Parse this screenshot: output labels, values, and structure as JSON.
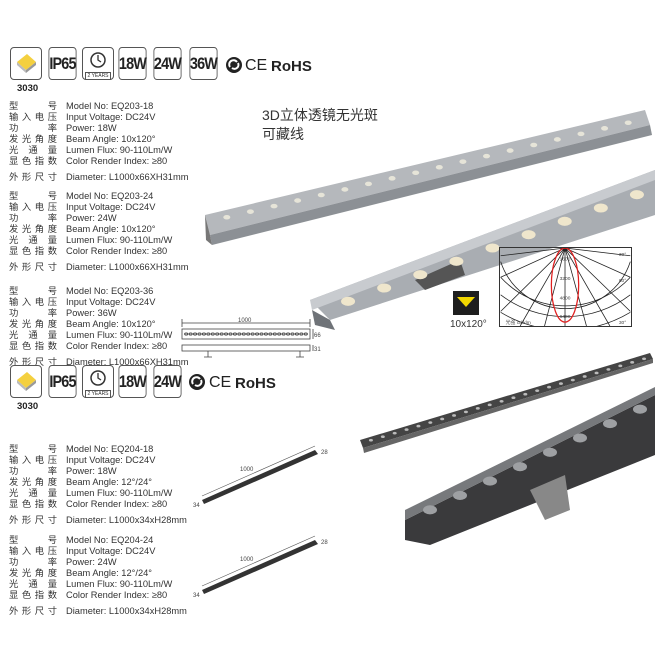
{
  "series1": {
    "badges": {
      "chip": "3030",
      "ip": "IP65",
      "warranty": "2 YEARS",
      "watts": [
        "18W",
        "24W",
        "36W"
      ],
      "ce": "CE",
      "rohs": "RoHS"
    },
    "headline": [
      "3D立体透镜无光斑",
      "可藏线"
    ],
    "beam_icon_label": "10x120°",
    "polar": {
      "labels": [
        "1600",
        "3200",
        "4800",
        "6400"
      ],
      "angles": [
        "30°",
        "60°",
        "30°"
      ],
      "unit_label": "光强 cd/klm"
    },
    "drawing": {
      "length": "1000",
      "height": "66",
      "depth": "31"
    },
    "specs": [
      {
        "rows": [
          [
            "型号",
            "Model No: EQ203-18"
          ],
          [
            "输入电压",
            "Input Voltage: DC24V"
          ],
          [
            "功率",
            "Power: 18W"
          ],
          [
            "发光角度",
            "Beam Angle: 10x120°"
          ],
          [
            "光通量",
            "Lumen Flux: 90-110Lm/W"
          ],
          [
            "显色指数",
            "Color Render Index: ≥80"
          ]
        ],
        "dim": [
          "外形尺寸",
          "Diameter: L1000x66XH31mm"
        ]
      },
      {
        "rows": [
          [
            "型号",
            "Model No: EQ203-24"
          ],
          [
            "输入电压",
            "Input Voltage: DC24V"
          ],
          [
            "功率",
            "Power: 24W"
          ],
          [
            "发光角度",
            "Beam Angle: 10x120°"
          ],
          [
            "光通量",
            "Lumen Flux: 90-110Lm/W"
          ],
          [
            "显色指数",
            "Color Render Index: ≥80"
          ]
        ],
        "dim": [
          "外形尺寸",
          "Diameter: L1000x66XH31mm"
        ]
      },
      {
        "rows": [
          [
            "型号",
            "Model No: EQ203-36"
          ],
          [
            "输入电压",
            "Input Voltage: DC24V"
          ],
          [
            "功率",
            "Power: 36W"
          ],
          [
            "发光角度",
            "Beam Angle: 10x120°"
          ],
          [
            "光通量",
            "Lumen Flux: 90-110Lm/W"
          ],
          [
            "显色指数",
            "Color Render Index: ≥80"
          ]
        ],
        "dim": [
          "外形尺寸",
          "Diameter: L1000x66XH31mm"
        ]
      }
    ]
  },
  "series2": {
    "badges": {
      "chip": "3030",
      "ip": "IP65",
      "warranty": "2 YEARS",
      "watts": [
        "18W",
        "24W"
      ],
      "ce": "CE",
      "rohs": "RoHS"
    },
    "drawing": {
      "length": "1000",
      "height": "28",
      "width": "34"
    },
    "specs": [
      {
        "rows": [
          [
            "型号",
            "Model No: EQ204-18"
          ],
          [
            "输入电压",
            "Input Voltage: DC24V"
          ],
          [
            "功率",
            "Power: 18W"
          ],
          [
            "发光角度",
            "Beam Angle: 12°/24°"
          ],
          [
            "光通量",
            "Lumen Flux: 90-110Lm/W"
          ],
          [
            "显色指数",
            "Color Render Index: ≥80"
          ]
        ],
        "dim": [
          "外形尺寸",
          "Diameter: L1000x34xH28mm"
        ]
      },
      {
        "rows": [
          [
            "型号",
            "Model No: EQ204-24"
          ],
          [
            "输入电压",
            "Input Voltage: DC24V"
          ],
          [
            "功率",
            "Power: 24W"
          ],
          [
            "发光角度",
            "Beam Angle: 12°/24°"
          ],
          [
            "光通量",
            "Lumen Flux: 90-110Lm/W"
          ],
          [
            "显色指数",
            "Color Render Index: ≥80"
          ]
        ],
        "dim": [
          "外形尺寸",
          "Diameter: L1000x34xH28mm"
        ]
      }
    ]
  }
}
